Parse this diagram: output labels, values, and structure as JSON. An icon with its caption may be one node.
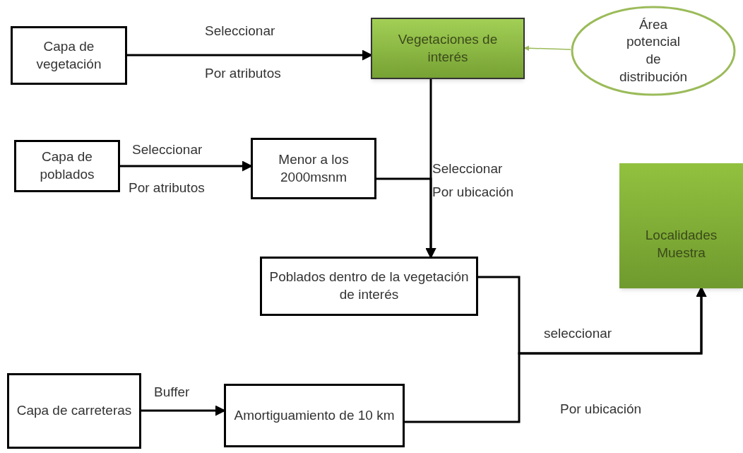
{
  "diagram": {
    "nodes": [
      {
        "text": [
          "Capa de vegetación"
        ]
      },
      {
        "text": [
          "Vegetaciones de interés"
        ]
      },
      {
        "text": [
          "Área potencial de distribución"
        ]
      },
      {
        "text": [
          "Capa de poblados"
        ]
      },
      {
        "text": [
          "Menor a los 2000msnm"
        ]
      },
      {
        "text": [
          "Poblados dentro de la vegetación de interés"
        ]
      },
      {
        "text": [
          "Localidades Muestra"
        ]
      },
      {
        "text": [
          "Capa de carreteras"
        ]
      },
      {
        "text": [
          "Amortiguamiento de 10 km"
        ]
      }
    ],
    "edges": [
      {
        "from": 0,
        "to": 1,
        "arrow": "to",
        "label": "Seleccionar"
      },
      {
        "from": 2,
        "to": 1,
        "arrow": "to",
        "color": "#9bbb59"
      },
      {
        "from": 3,
        "to": 4,
        "arrow": "to",
        "label": "Seleccionar"
      },
      {
        "from": 1,
        "to": 5,
        "arrow": "to",
        "label": "Seleccionar"
      },
      {
        "from": 4,
        "to": 5,
        "arrow": "to"
      },
      {
        "from": 5,
        "to": 6,
        "arrow": "to",
        "label": "seleccionar"
      },
      {
        "from": 8,
        "to": 6,
        "arrow": "to"
      },
      {
        "from": 7,
        "to": 8,
        "arrow": "to",
        "label": "Buffer"
      }
    ],
    "labels": [
      "Por atributos",
      "Por atributos",
      "Por ubicación",
      "Por ubicación"
    ]
  }
}
